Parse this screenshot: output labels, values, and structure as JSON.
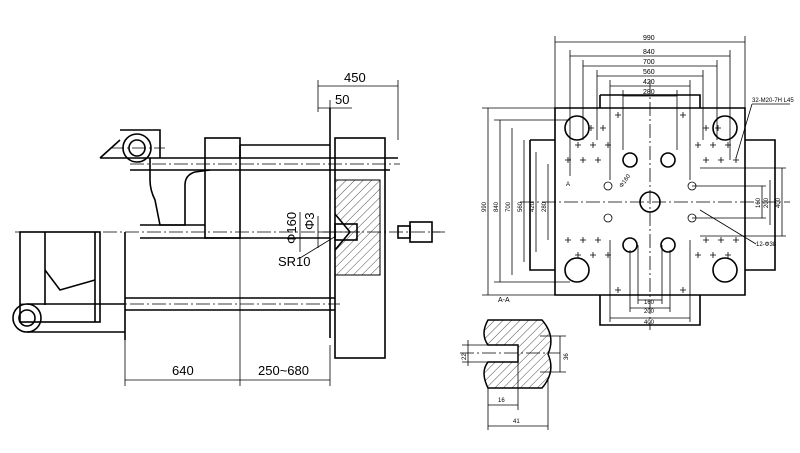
{
  "side_view": {
    "dims": {
      "d450": "450",
      "d50": "50",
      "d640": "640",
      "d250_680": "250~680",
      "phi160": "Φ160",
      "phi3": "Φ3",
      "sr10": "SR10"
    }
  },
  "platen_view": {
    "widths": [
      "990",
      "840",
      "700",
      "560",
      "420",
      "280"
    ],
    "heights": [
      "990",
      "840",
      "700",
      "560",
      "420",
      "280"
    ],
    "bottom_dims": [
      "160",
      "200",
      "400"
    ],
    "right_dims": [
      "160",
      "200",
      "400"
    ],
    "holes_label": "32-M20-7H L45",
    "center_hole_label": "Φ160",
    "tie_bar_label": "12-Φ38",
    "section_marker": "A"
  },
  "section_view": {
    "title": "A-A",
    "dims": {
      "d22": "22",
      "d36": "36",
      "d16": "16",
      "d41": "41"
    }
  }
}
